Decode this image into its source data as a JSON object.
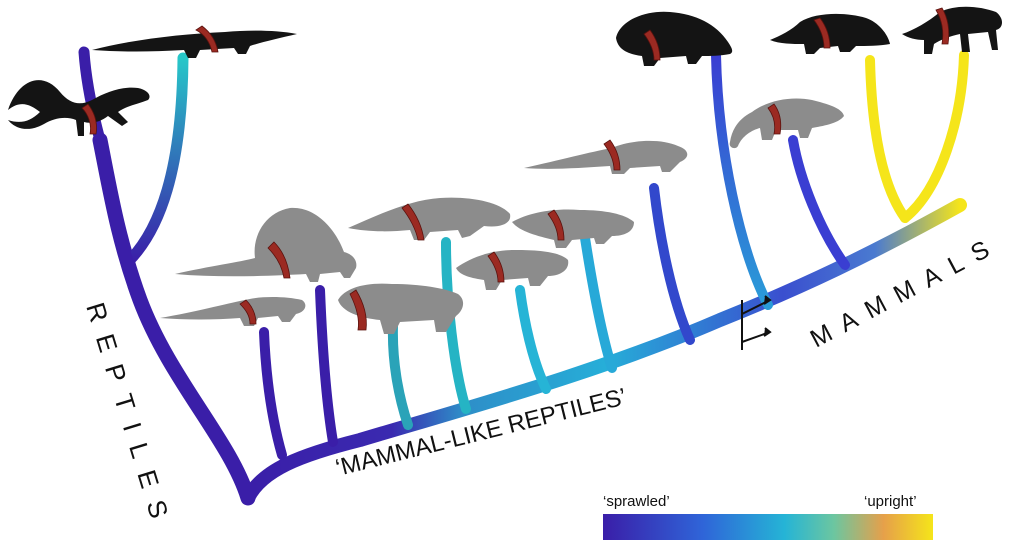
{
  "labels": {
    "reptiles": "REPTILES",
    "mammal_like_reptiles": "‘MAMMAL-LIKE REPTILES’",
    "mammals": "MAMMALS"
  },
  "legend": {
    "low_label": "‘sprawled’",
    "high_label": "‘upright’",
    "gradient_colors": [
      "#3a1ea8",
      "#2f64d8",
      "#25b4d6",
      "#6cc6a0",
      "#e6a04a",
      "#f5e51a"
    ]
  },
  "colors": {
    "sprawled": "#3a1ea8",
    "intermediate": "#25b4d6",
    "upright": "#f5e51a",
    "silhouette_reptile": "#141414",
    "silhouette_synapsid": "#8c8c8c",
    "limb_musculature": "#9b2a22"
  },
  "icons": [
    "lizard-silhouette",
    "crocodile-silhouette",
    "pelycosaur-silhouette",
    "dimetrodon-silhouette",
    "dinocephalian-silhouette",
    "gorgonopsian-silhouette",
    "dicynodont-silhouette",
    "therocephalian-silhouette",
    "cynodont-silhouette",
    "mammaliaform-silhouette",
    "marsupial-silhouette",
    "echidna-silhouette",
    "opossum-silhouette",
    "thylacine-silhouette",
    "bracket-arrow-icon"
  ]
}
